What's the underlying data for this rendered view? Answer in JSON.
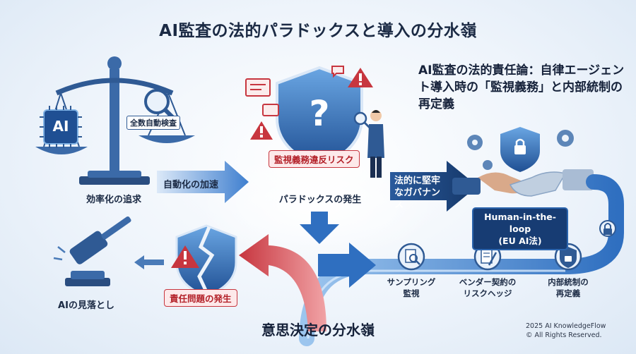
{
  "title": "AI監査の法的パラドックスと導入の分水嶺",
  "subheading": "AI監査の法的責任論：自律エージェント導入時の「監視義務」と内部統制の再定義",
  "scale": {
    "ai_chip": "AI",
    "magnifier_label": "全数自動検査",
    "caption": "効率化の追求"
  },
  "arrow_automation": "自動化の加速",
  "paradox": {
    "tag": "監視義務違反リスク",
    "caption": "パラドックスの発生",
    "shield_symbol": "?"
  },
  "governance_arrow": "法的に堅牢なガバナンス",
  "human_loop": {
    "line1": "Human-in-the-loop",
    "line2": "(EU AI法)"
  },
  "responsibility": {
    "tag": "責任問題の発生"
  },
  "gavel_caption": "AIの見落とし",
  "path_steps": [
    {
      "label": "サンプリング\n監視",
      "icon": "magnifier-doc-icon"
    },
    {
      "label": "ベンダー契約の\nリスクヘッジ",
      "icon": "contract-pen-icon"
    },
    {
      "label": "内部統制の\n再定義",
      "icon": "lock-shield-icon"
    }
  ],
  "bottom_title": "意思決定の分水嶺",
  "copyright": {
    "line1": "2025 AI KnowledgeFlow",
    "line2": "© All Rights Reserved."
  },
  "colors": {
    "navy": "#173c73",
    "blue": "#2b64ad",
    "red": "#c7363f",
    "light_blue": "#7fb2e5"
  }
}
